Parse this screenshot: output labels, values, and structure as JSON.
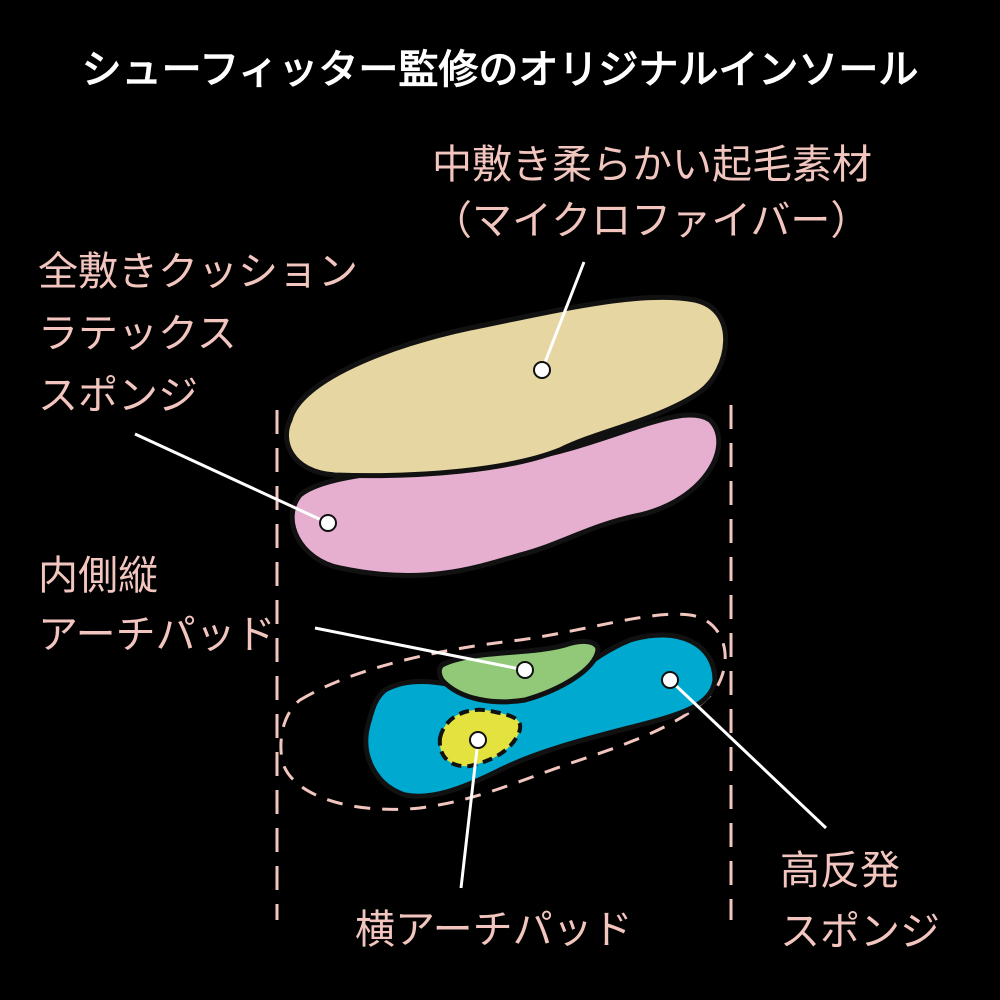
{
  "title": "シューフィッター監修のオリジナルインソール",
  "labels": {
    "top_layer": [
      "中敷き柔らかい起毛素材",
      "（マイクロファイバー）"
    ],
    "cushion_layer": [
      "全敷きクッション",
      "ラテックス",
      "スポンジ"
    ],
    "medial_arch": [
      "内側縦",
      "アーチパッド"
    ],
    "transverse_arch": [
      "横アーチパッド"
    ],
    "rebound_sponge": [
      "高反発",
      "スポンジ"
    ]
  },
  "colors": {
    "background": "#000000",
    "title": "#ffffff",
    "label": "#f2c6bf",
    "top_layer": "#e6d6a2",
    "cushion_layer": "#e6afcf",
    "medial_arch": "#91c978",
    "rebound_sponge": "#00a9cf",
    "transverse_arch": "#e3e23f",
    "dashed_guide": "#f2c6bf"
  }
}
